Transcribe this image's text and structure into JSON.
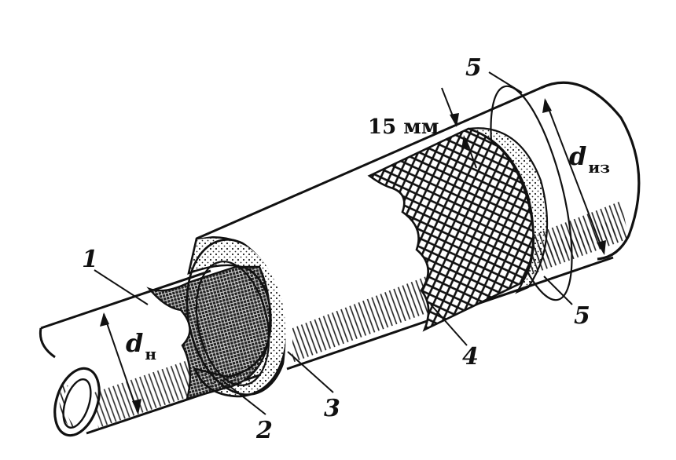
{
  "labels": {
    "pipe": "1",
    "layer2": "2",
    "layer3": "3",
    "mesh": "4",
    "outer_bottom": "5",
    "outer_top": "5",
    "thickness": "15 мм",
    "d_inner_main": "d",
    "d_inner_sub": "н",
    "d_outer_main": "d",
    "d_outer_sub": "из"
  },
  "colors": {
    "ink": "#111111",
    "paper": "#ffffff"
  }
}
